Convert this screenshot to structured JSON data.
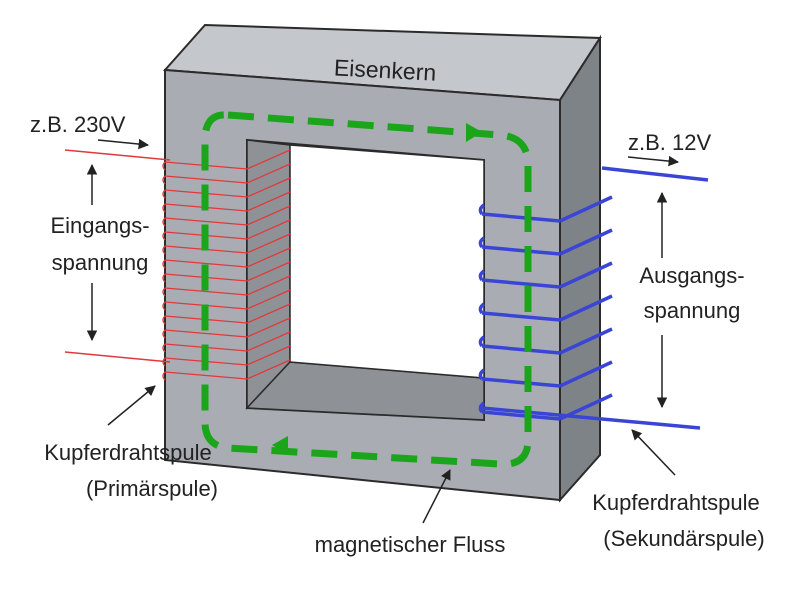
{
  "labels": {
    "core": "Eisenkern",
    "input_voltage": "z.B. 230V",
    "output_voltage": "z.B. 12V",
    "input_label_line1": "Eingangs-",
    "input_label_line2": "spannung",
    "output_label_line1": "Ausgangs-",
    "output_label_line2": "spannung",
    "primary_line1": "Kupferdrahtspule",
    "primary_line2": "(Primärspule)",
    "secondary_line1": "Kupferdrahtspule",
    "secondary_line2": "(Sekundärspule)",
    "flux": "magnetischer Fluss"
  },
  "colors": {
    "core_front": "#a9adb3",
    "core_top": "#c4c7cb",
    "core_side": "#7e8388",
    "core_inner": "#8e9297",
    "primary_coil": "#e0393b",
    "secondary_coil": "#3a45d6",
    "flux": "#1aa51a",
    "outline": "#2b2b2b"
  },
  "icons": {
    "flux_arrow": "arrowhead",
    "dimension_arrow": "double-headed-arrow",
    "pointer_arrow": "arrowhead"
  }
}
